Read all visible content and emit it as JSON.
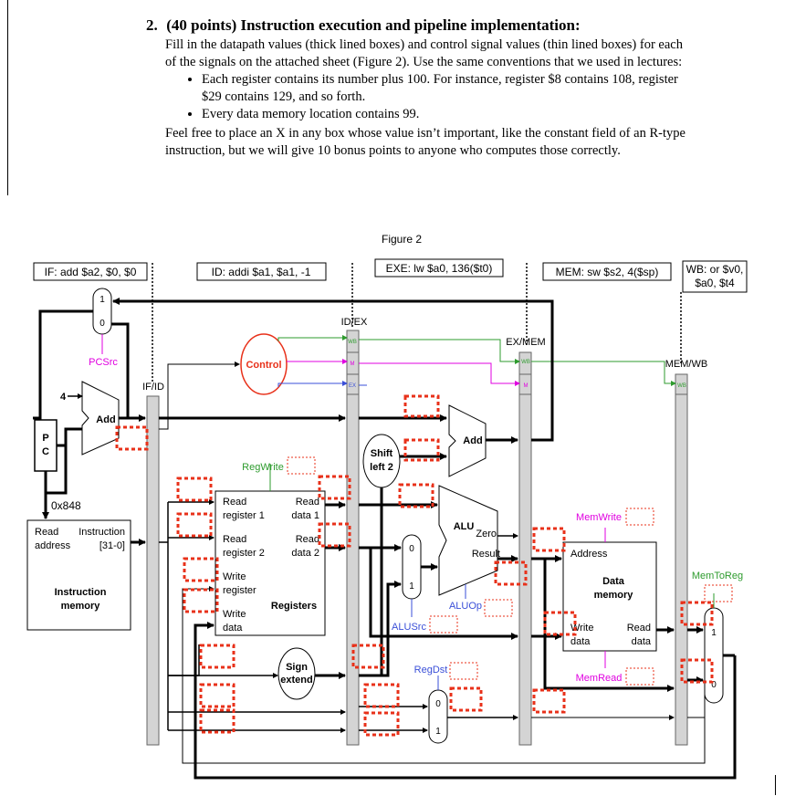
{
  "question": {
    "number": "2.",
    "title": "(40 points) Instruction execution and pipeline implementation:",
    "intro": "Fill in the datapath values (thick lined boxes) and control signal values (thin lined boxes) for each of the signals on the attached sheet (Figure 2). Use the same conventions that we used in lectures:",
    "bullets": [
      "Each register contains its number plus 100. For instance, register $8 contains 108, register $29 contains 129, and so forth.",
      "Every data memory location contains 99."
    ],
    "outro": "Feel free to place an X in any box whose value isn’t important, like the constant field of an R-type instruction, but we will give 10 bonus points to anyone who computes those correctly."
  },
  "figure": {
    "caption": "Figure 2",
    "stages": {
      "if": "IF: add $a2, $0, $0",
      "id": "ID: addi $a1, $a1, -1",
      "exe": "EXE: lw $a0, 136($t0)",
      "mem": "MEM: sw $s2, 4($sp)",
      "wb_line1": "WB: or $v0,",
      "wb_line2": "$a0, $t4"
    },
    "regs": {
      "ifid": "IF/ID",
      "idex": "ID/EX",
      "exmem": "EX/MEM",
      "memwb": "MEM/WB"
    },
    "pipe_fields": {
      "wb": "WB",
      "m": "M",
      "ex": "EX"
    },
    "units": {
      "pc_line1": "P",
      "pc_line2": "C",
      "pc_value": "0x848",
      "four": "4",
      "add": "Add",
      "control": "Control",
      "shift_line1": "Shift",
      "shift_line2": "left 2",
      "sign_line1": "Sign",
      "sign_line2": "extend",
      "alu": "ALU",
      "zero": "Zero",
      "result": "Result",
      "imem_read": "Read",
      "imem_address": "address",
      "imem_instr": "Instruction",
      "imem_bits": "[31-0]",
      "imem_name1": "Instruction",
      "imem_name2": "memory",
      "rr1_a": "Read",
      "rr1_b": "register 1",
      "rr2_a": "Read",
      "rr2_b": "register 2",
      "wr_a": "Write",
      "wr_b": "register",
      "wd_a": "Write",
      "wd_b": "data",
      "rd1_a": "Read",
      "rd1_b": "data 1",
      "rd2_a": "Read",
      "rd2_b": "data 2",
      "registers": "Registers",
      "dm_address": "Address",
      "dm_write_a": "Write",
      "dm_write_b": "data",
      "dm_read_a": "Read",
      "dm_read_b": "data",
      "dm_name1": "Data",
      "dm_name2": "memory",
      "mux_one": "1",
      "mux_zero": "0"
    },
    "signals": {
      "pcsrc": "PCSrc",
      "regwrite": "RegWrite",
      "alusrc": "ALUSrc",
      "aluop": "ALUOp",
      "regdst": "RegDst",
      "memwrite": "MemWrite",
      "memread": "MemRead",
      "memtoreg": "MemToReg"
    },
    "colors": {
      "wb": "#2e9b2e",
      "m": "#e000e0",
      "ex": "#3a4fd8",
      "control": "#e8311a",
      "answer_box": "#e8311a",
      "pipe_reg": "#d4d4d4"
    }
  }
}
